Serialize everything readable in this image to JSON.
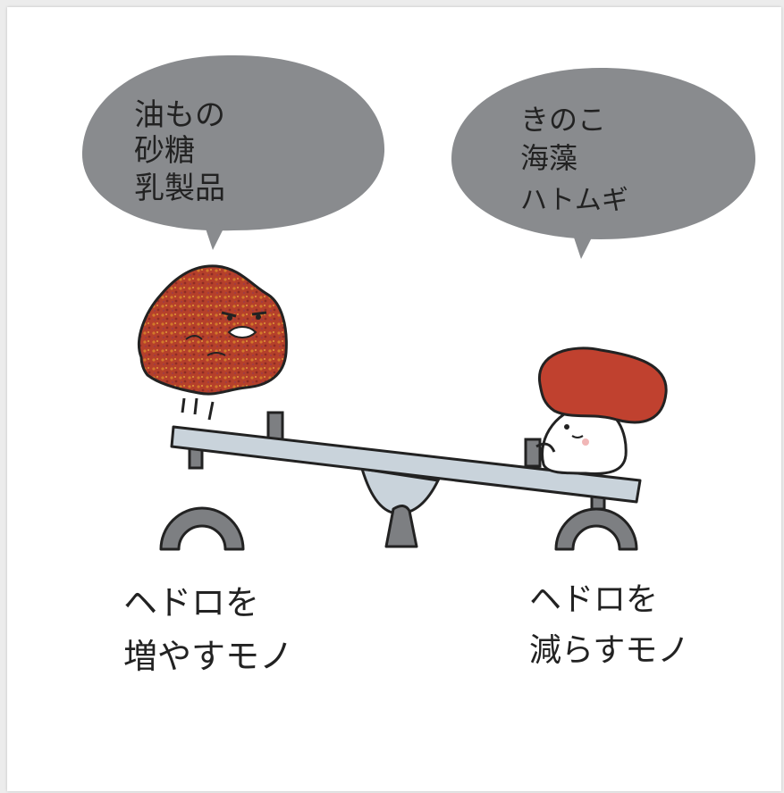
{
  "speech_left": {
    "lines": [
      "油もの",
      "砂糖",
      "乳製品"
    ]
  },
  "speech_right": {
    "lines": [
      "きのこ",
      "海藻",
      "ハトムギ"
    ]
  },
  "caption_left": {
    "lines": [
      "ヘドロを",
      "増やすモノ"
    ]
  },
  "caption_right": {
    "lines": [
      "ヘドロを",
      "減らすモノ"
    ]
  },
  "colors": {
    "bubble": "#898b8e",
    "sludge": "#b5402b",
    "mushroom_cap": "#c0412f",
    "seesaw": "#c9d3db",
    "base": "#7d7f82",
    "outline": "#222222"
  }
}
